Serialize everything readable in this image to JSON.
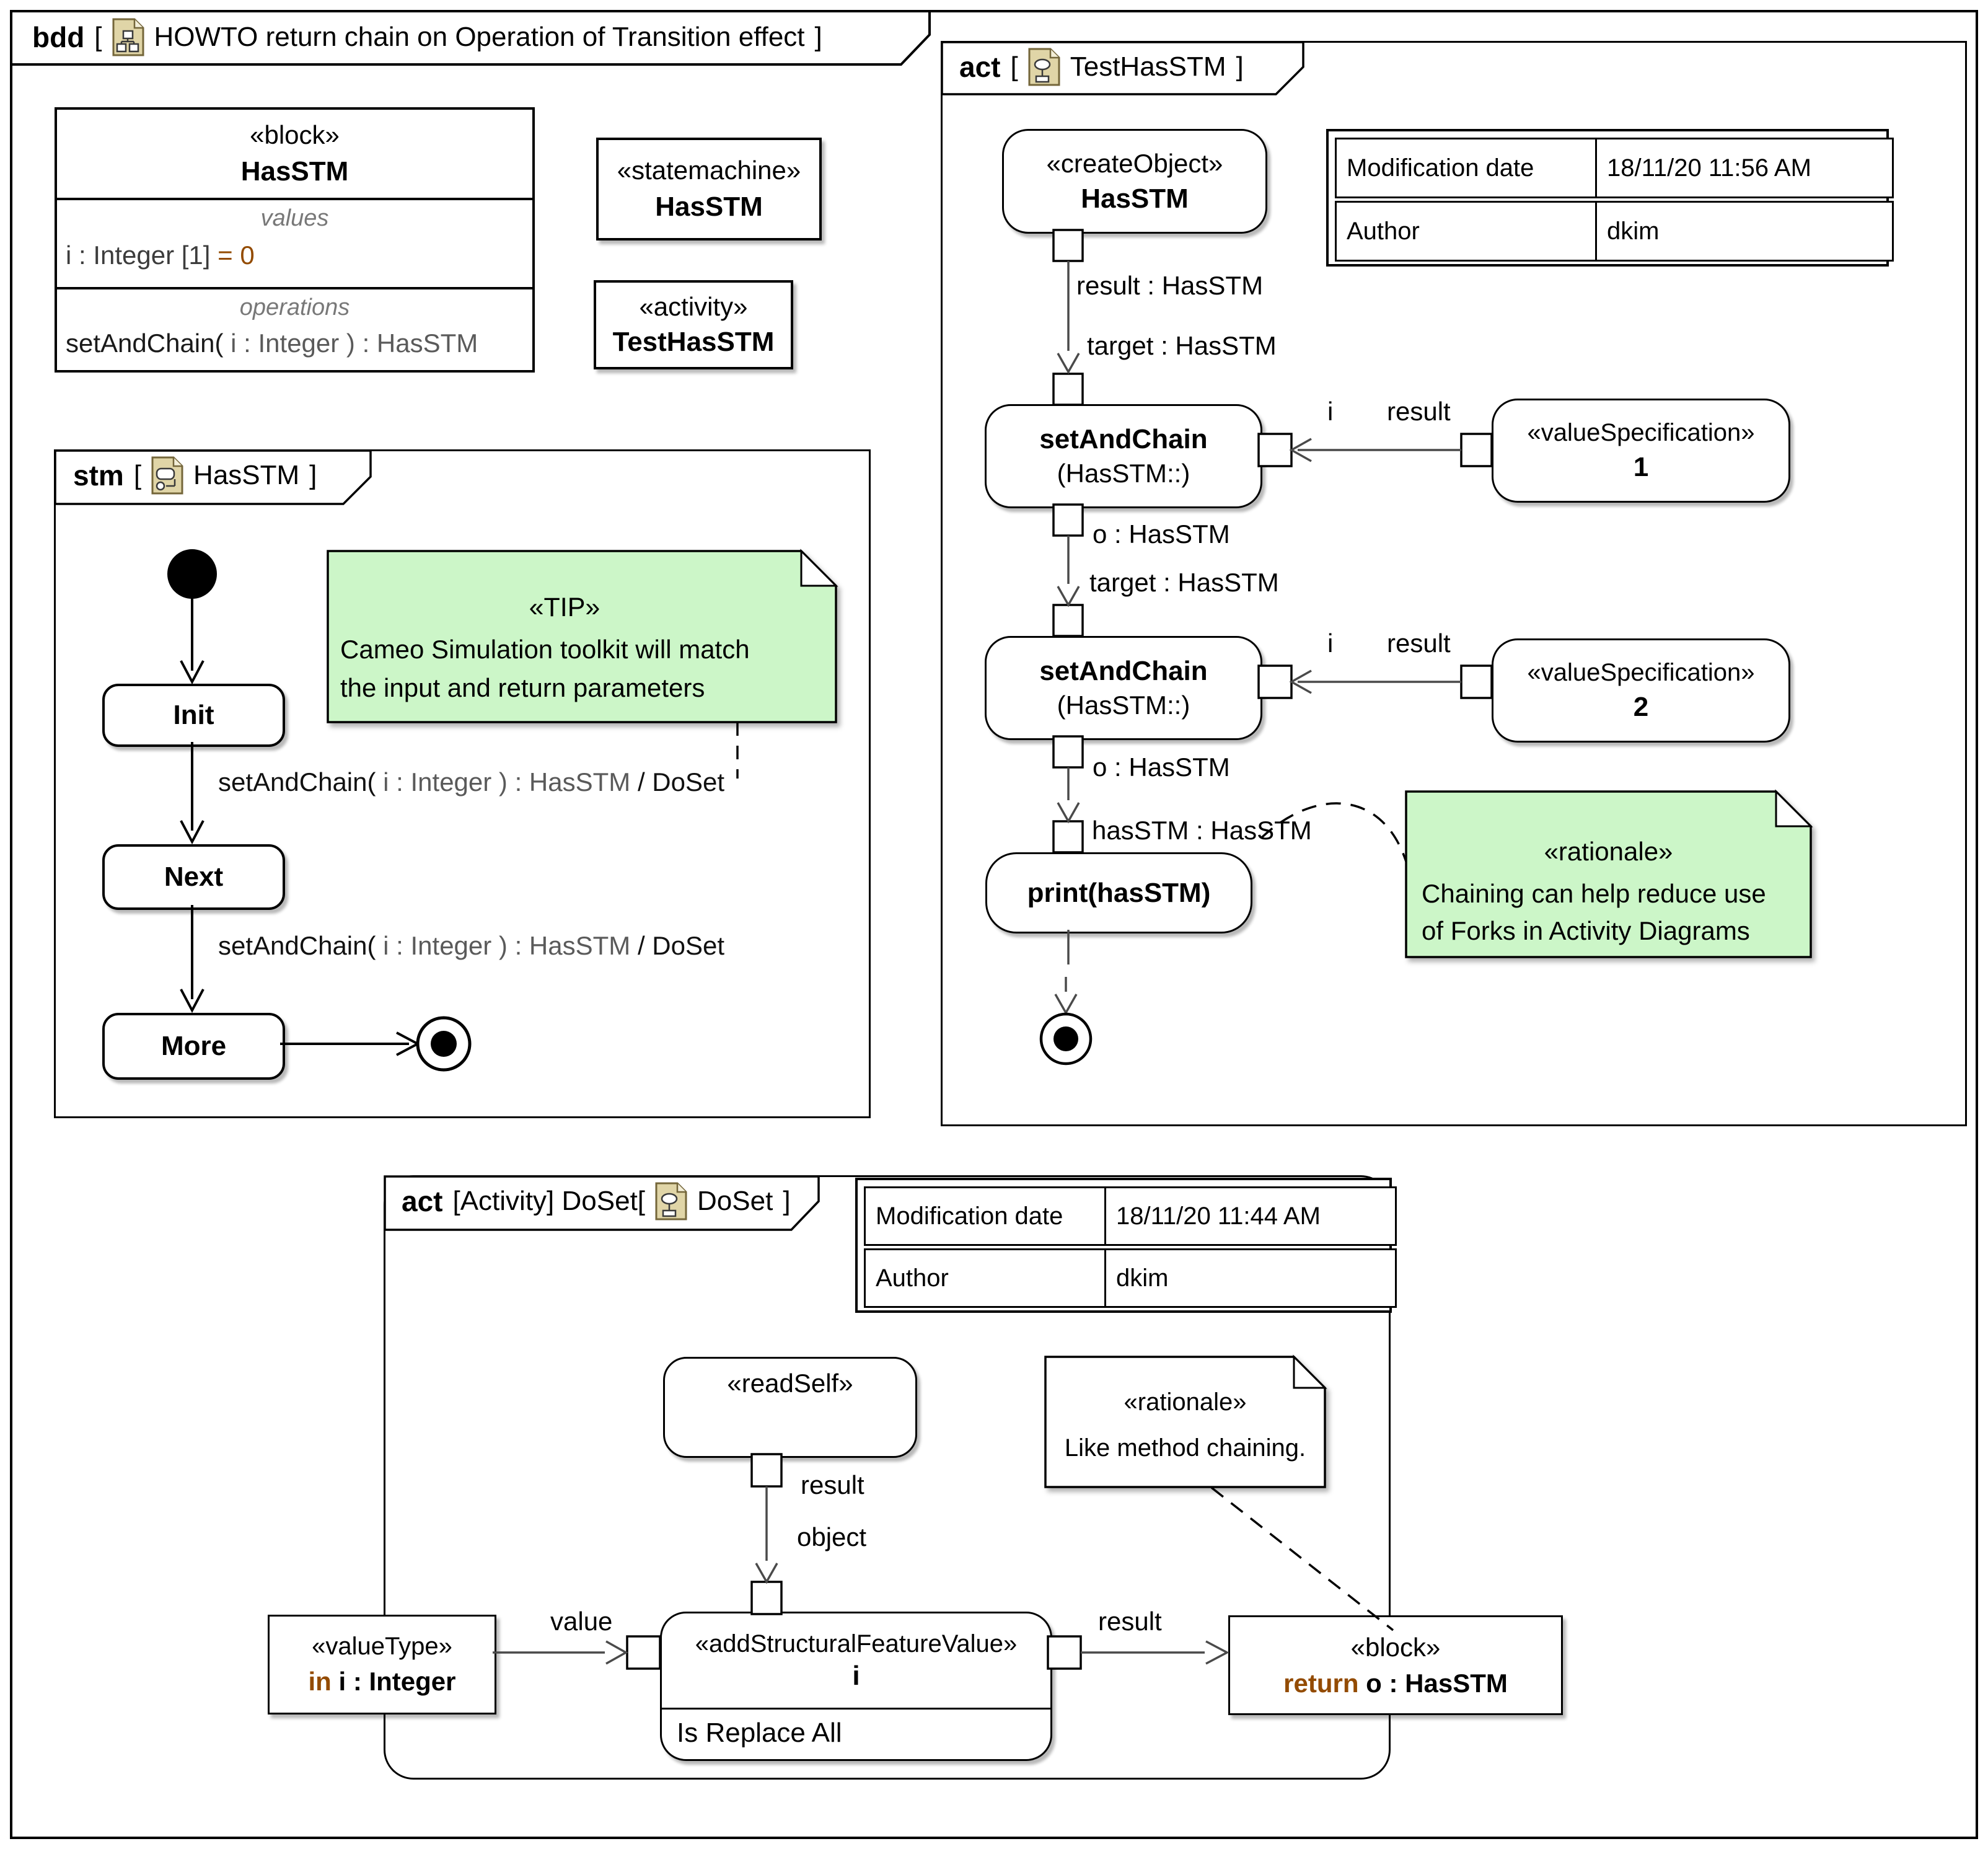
{
  "colors": {
    "note_green": "#ccf6c8",
    "keyword_brown": "#934b00",
    "muted_gray": "#787878",
    "param_gray": "#5a5a5a",
    "edge_gray": "#4a4a4a",
    "icon_tan": "#e0d5a7"
  },
  "bdd": {
    "kind": "bdd",
    "open": "[",
    "title": "HOWTO return chain on Operation of Transition effect",
    "close": "]"
  },
  "block": {
    "stereotype": "«block»",
    "name": "HasSTM",
    "values_label": "values",
    "value_name": "i : Integer [1]",
    "value_default": " = 0",
    "operations_label": "operations",
    "op_name": "setAndChain(",
    "op_rest": " i : Integer ) : HasSTM"
  },
  "sm_box": {
    "stereotype": "«statemachine»",
    "name": "HasSTM"
  },
  "act_box": {
    "stereotype": "«activity»",
    "name": "TestHasSTM"
  },
  "stm": {
    "kind": "stm",
    "open": "[",
    "name": "HasSTM",
    "close": "]",
    "init": "Init",
    "next": "Next",
    "more": "More",
    "t1": {
      "name": "setAndChain(",
      "params": " i : Integer ) : HasSTM ",
      "effect": "/ DoSet"
    },
    "t2": {
      "name": "setAndChain(",
      "params": " i : Integer ) : HasSTM ",
      "effect": "/ DoSet"
    },
    "tip": {
      "stereotype": "«TIP»",
      "line1": "Cameo Simulation toolkit will match",
      "line2": "the input and return parameters"
    }
  },
  "act1": {
    "kind": "act",
    "open": "[",
    "name": "TestHasSTM",
    "close": "]",
    "create_object": {
      "stereotype": "«createObject»",
      "name": "HasSTM"
    },
    "table": {
      "rows": [
        {
          "key": "Modification date",
          "value": "18/11/20 11:56 AM"
        },
        {
          "key": "Author",
          "value": "dkim"
        }
      ]
    },
    "sac": {
      "name": "setAndChain",
      "qualifier": "(HasSTM::)"
    },
    "vs1": {
      "stereotype": "«valueSpecification»",
      "value": "1"
    },
    "vs2": {
      "stereotype": "«valueSpecification»",
      "value": "2"
    },
    "print": "print(hasSTM)",
    "labels": {
      "result_hasstm": "result : HasSTM",
      "target1": "target : HasSTM",
      "o1": "o : HasSTM",
      "target2": "target : HasSTM",
      "o2": "o : HasSTM",
      "hasstm": "hasSTM : HasSTM",
      "i1": "i",
      "result1": "result",
      "i2": "i",
      "result2": "result"
    },
    "rationale": {
      "stereotype": "«rationale»",
      "line1": "Chaining can help reduce use",
      "line2": "of Forks in Activity Diagrams"
    }
  },
  "act2": {
    "kind": "act",
    "prefix": "[Activity] DoSet[",
    "name": "DoSet",
    "close": "]",
    "table": {
      "rows": [
        {
          "key": "Modification date",
          "value": "18/11/20 11:44 AM"
        },
        {
          "key": "Author",
          "value": "dkim"
        }
      ]
    },
    "read_self": "«readSelf»",
    "add_sfv": {
      "stereotype": "«addStructuralFeatureValue»",
      "name": "i",
      "is_replace_all": "Is Replace All"
    },
    "value_type": {
      "stereotype": "«valueType»",
      "direction": "in",
      "name": " i : Integer"
    },
    "block_return": {
      "stereotype": "«block»",
      "direction": "return",
      "name": " o : HasSTM"
    },
    "labels": {
      "result": "result",
      "object": "object",
      "value": "value",
      "result2": "result"
    },
    "rationale": {
      "stereotype": "«rationale»",
      "line1": "Like method chaining."
    }
  }
}
